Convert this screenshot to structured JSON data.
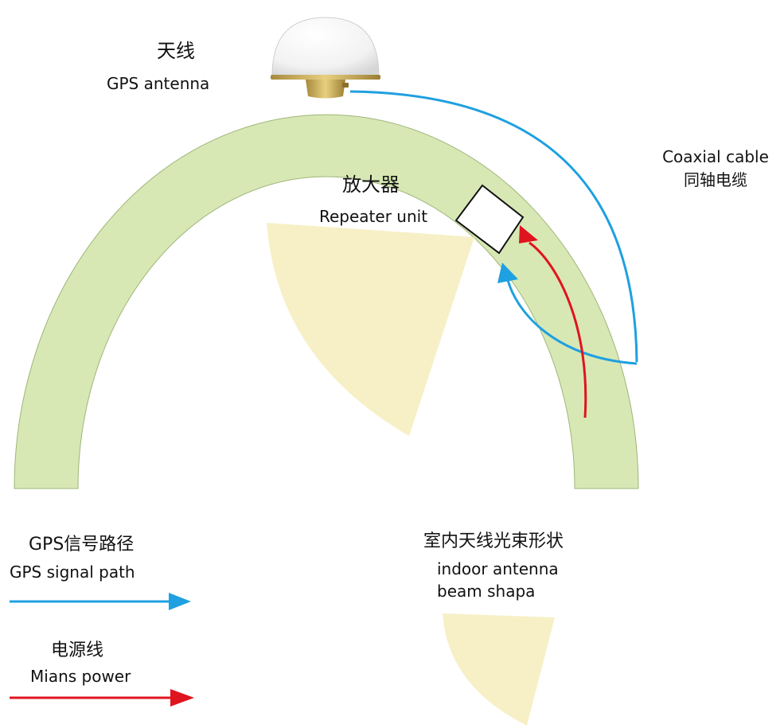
{
  "antenna": {
    "label_zh": "天线",
    "label_en": "GPS antenna"
  },
  "repeater": {
    "label_zh": "放大器",
    "label_en": "Repeater unit"
  },
  "cable": {
    "label_en": "Coaxial cable",
    "label_zh": "同轴电缆"
  },
  "beam": {
    "label_zh": "室内天线光束形状",
    "label_en_line1": "indoor antenna",
    "label_en_line2": "beam shapa"
  },
  "legend": {
    "signal": {
      "label_zh": "GPS信号路径",
      "label_en": "GPS signal path"
    },
    "power": {
      "label_zh": "电源线",
      "label_en": "Mians power"
    }
  },
  "colors": {
    "wall": "#d8e8b5",
    "wall_stroke": "#9fb579",
    "beam": "#f7f0c6",
    "signal": "#1fa0e0",
    "power": "#e0141e"
  }
}
